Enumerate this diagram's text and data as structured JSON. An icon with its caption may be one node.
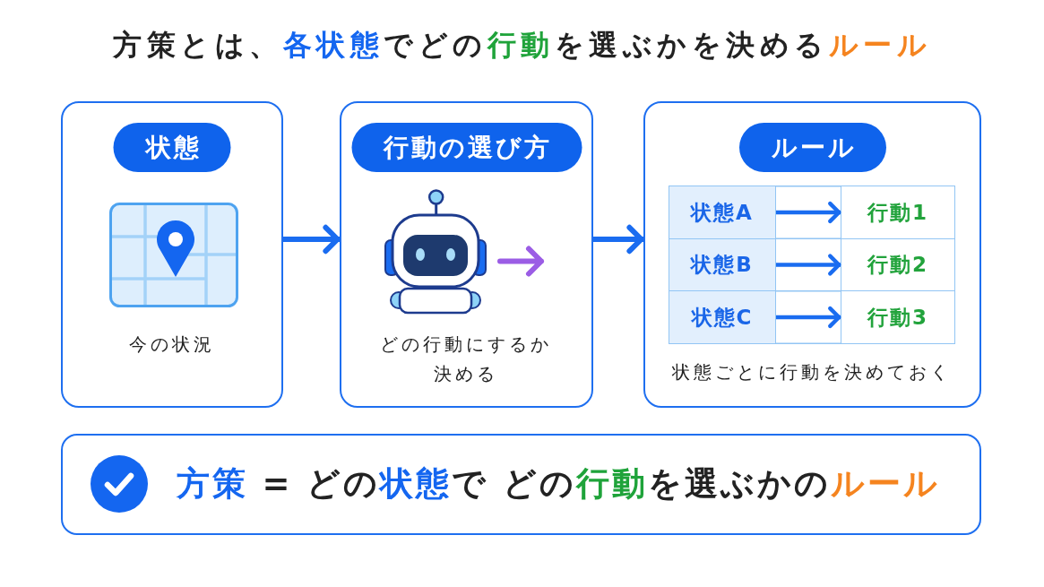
{
  "diagram": {
    "title": "方策とは、**各状態**でどの**行動**を選ぶかを決める**ルール**",
    "nodes": [
      {
        "text": [
          "状態",
          "今の状況"
        ]
      },
      {
        "text": [
          "行動の選び方",
          "どの行動にするか決める"
        ]
      },
      {
        "text": [
          "ルール",
          "状態ごとに行動を決めておく"
        ]
      },
      {
        "text": [
          "状態A"
        ],
        "in": 2
      },
      {
        "text": [
          "行動1"
        ],
        "in": 2
      },
      {
        "text": [
          "状態B"
        ],
        "in": 2
      },
      {
        "text": [
          "行動2"
        ],
        "in": 2
      },
      {
        "text": [
          "状態C"
        ],
        "in": 2
      },
      {
        "text": [
          "行動3"
        ],
        "in": 2
      },
      {
        "text": [
          "**方策** = どの**状態**で どの**行動**を選ぶかの**ルール**"
        ]
      }
    ],
    "edges": [
      {
        "from": 0,
        "to": 1,
        "arrow": "to"
      },
      {
        "from": 1,
        "to": 2,
        "arrow": "to"
      },
      {
        "from": 3,
        "to": 4,
        "arrow": "to"
      },
      {
        "from": 5,
        "to": 6,
        "arrow": "to"
      },
      {
        "from": 7,
        "to": 8,
        "arrow": "to"
      }
    ]
  }
}
